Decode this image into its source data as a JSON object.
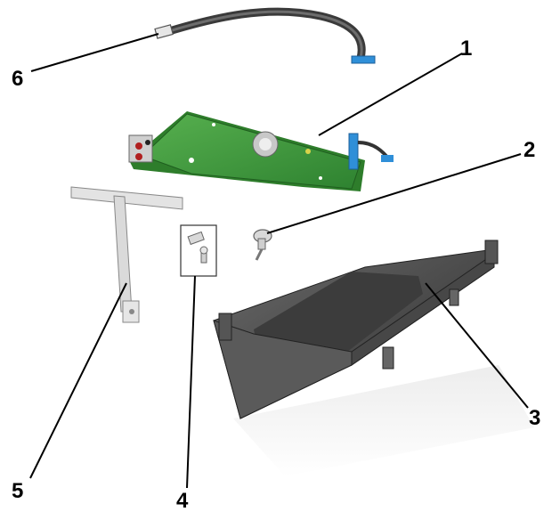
{
  "callouts": [
    {
      "id": "1",
      "label": "1"
    },
    {
      "id": "2",
      "label": "2"
    },
    {
      "id": "3",
      "label": "3"
    },
    {
      "id": "4",
      "label": "4"
    },
    {
      "id": "5",
      "label": "5"
    },
    {
      "id": "6",
      "label": "6"
    }
  ],
  "colors": {
    "board": "#3f9a3a",
    "board_dark": "#2c7a2a",
    "housing": "#4d4d4d",
    "housing_inner": "#3a3a3a",
    "connector_blue": "#2f8fd8",
    "cable": "#3a3a3a",
    "bracket": "#d8d8d8",
    "bracket_stroke": "#8a8a8a"
  },
  "icons": [
    "controller-board",
    "ribbon-cable",
    "thumbscrew",
    "housing-cover",
    "screws-pack",
    "mounting-bracket"
  ]
}
